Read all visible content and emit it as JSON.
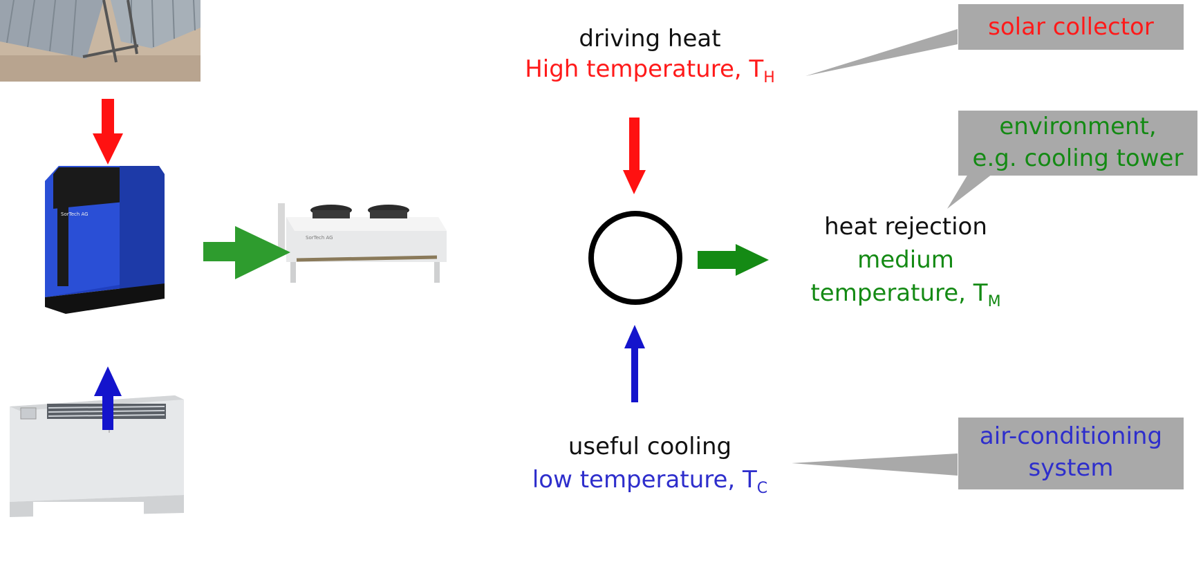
{
  "colors": {
    "hot": "#ff1a1a",
    "medium": "#148a14",
    "cold": "#2e2ecc",
    "black": "#111111",
    "callout_gray": "#a9a9a9",
    "arrow_red": "#ff1111",
    "arrow_green": "#2e9c2e",
    "arrow_blue": "#1414cc"
  },
  "images": {
    "solar_panels": "solar-panels-photo",
    "chiller": "adsorption-chiller-photo",
    "cooling_tower": "dry-cooler-photo",
    "fan_coil": "fan-coil-unit-photo",
    "chiller_brand": "SorTech AG",
    "cooler_brand": "SorTech AG"
  },
  "diagram": {
    "driving": {
      "title": "driving heat",
      "subtitle": "High temperature, T",
      "sub": "H"
    },
    "rejection": {
      "title": "heat rejection",
      "line2": "medium",
      "line3": "temperature, T",
      "sub": "M"
    },
    "useful": {
      "title": "useful cooling",
      "subtitle": "low temperature, T",
      "sub": "C"
    }
  },
  "callouts": {
    "solar": {
      "text": "solar collector"
    },
    "environment": {
      "line1": "environment,",
      "line2": "e.g. cooling tower"
    },
    "aircon": {
      "line1": "air-conditioning",
      "line2": "system"
    }
  }
}
